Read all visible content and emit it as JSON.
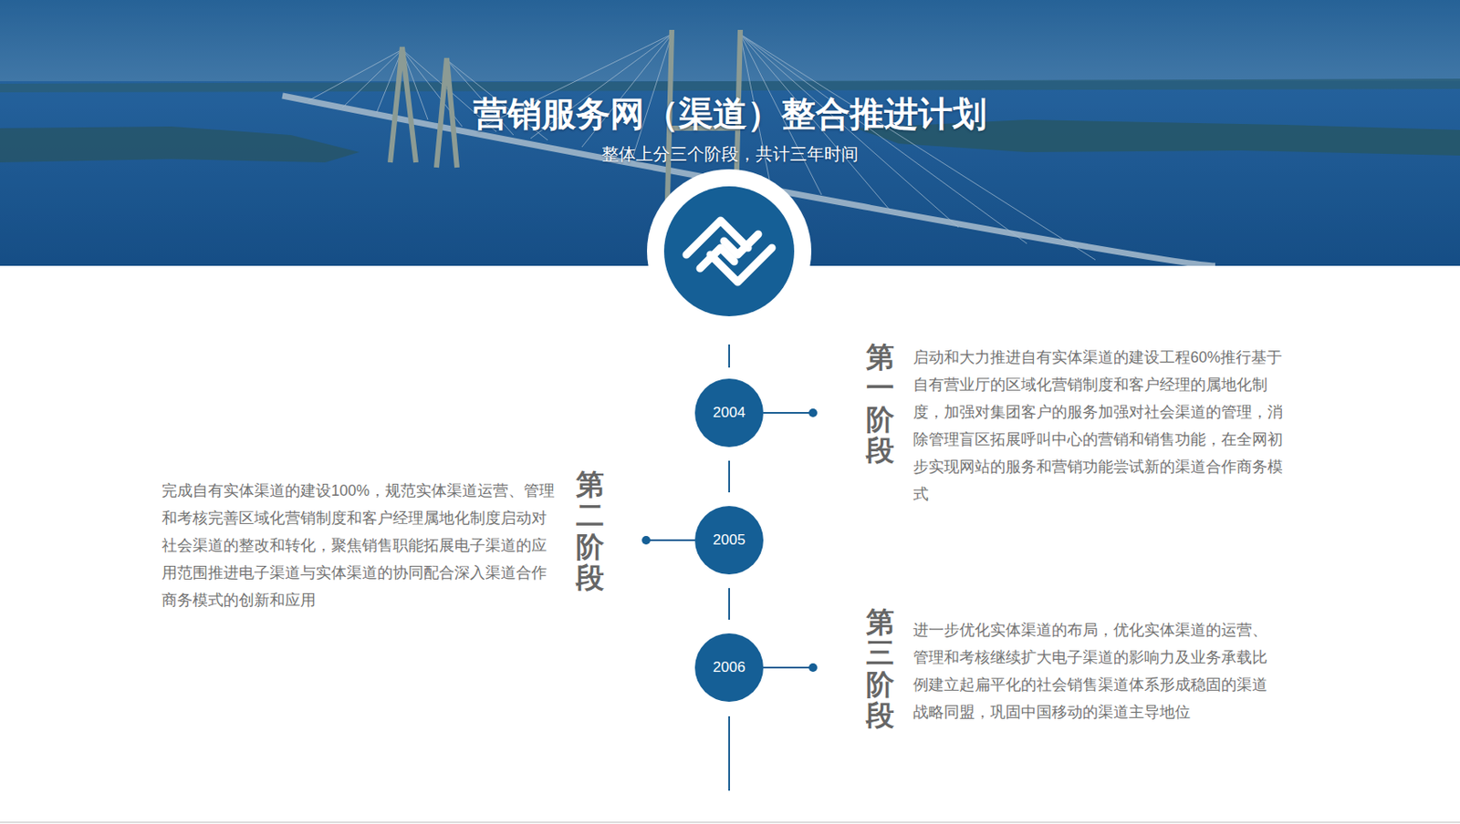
{
  "diagram": {
    "title": "营销服务网（渠道）整合推进计划",
    "nodes": [
      {
        "text": [
          "2004"
        ]
      },
      {
        "text": [
          "2005"
        ]
      },
      {
        "text": [
          "2006"
        ]
      }
    ],
    "edges": [
      {
        "from": 0,
        "to": 1,
        "arrow": "none"
      },
      {
        "from": 1,
        "to": 2,
        "arrow": "none"
      }
    ],
    "labels": [
      "整体上分三个阶段，共计三年时间",
      "第一阶段",
      "启动和大力推进自有实体渠道的建设工程60%推行基于自有营业厅的区域化营销制度和客户经理的属地化制度，加强对集团客户的服务加强对社会渠道的管理，消除管理盲区拓展呼叫中心的营销和销售功能，在全网初步实现网站的服务和营销功能尝试新的渠道合作商务模式",
      "第二阶段",
      "完成自有实体渠道的建设100%，规范实体渠道运营、管理和考核完善区域化营销制度和客户经理属地化制度启动对社会渠道的整改和转化，聚焦销售职能拓展电子渠道的应用范围推进电子渠道与实体渠道的协同配合深入渠道合作商务模式的创新和应用",
      "第三阶段",
      "进一步优化实体渠道的布局，优化实体渠道的运营、管理和考核继续扩大电子渠道的影响力及业务承载比例建立起扁平化的社会销售渠道体系形成稳固的渠道战略同盟，巩固中国移动的渠道主导地位"
    ]
  }
}
